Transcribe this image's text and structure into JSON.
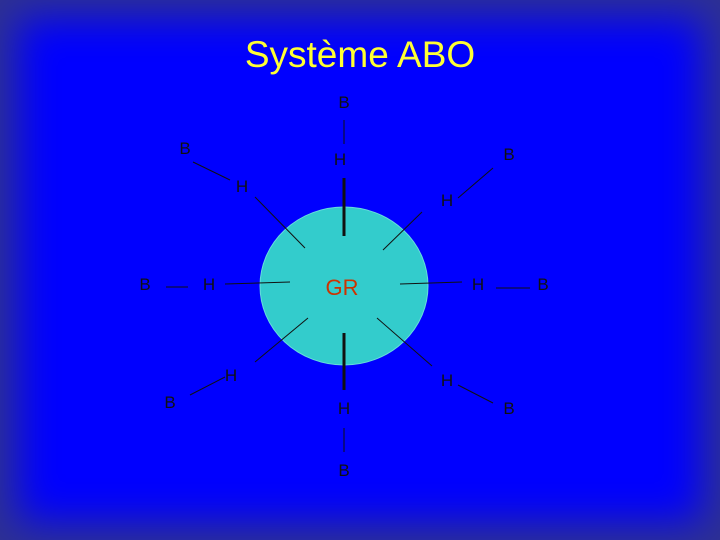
{
  "title": "Système ABO",
  "colors": {
    "background": "#2e3192",
    "glow": "#0000ff",
    "title": "#ffff33",
    "cell_fill": "#33cccc",
    "center_text": "#cc3300",
    "lines": "#111111"
  },
  "center_label": "GR",
  "labels": {
    "b_top": "B",
    "h_top": "H",
    "b_upper_left": "B",
    "h_upper_left": "H",
    "b_upper_right": "B",
    "h_upper_right": "H",
    "b_left": "B",
    "h_left": "H",
    "h_right": "H",
    "b_right": "B",
    "b_lower_left": "B",
    "h_lower_left": "H",
    "h_bottom": "H",
    "b_bottom": "B",
    "h_lower_right": "H",
    "b_lower_right": "B"
  }
}
